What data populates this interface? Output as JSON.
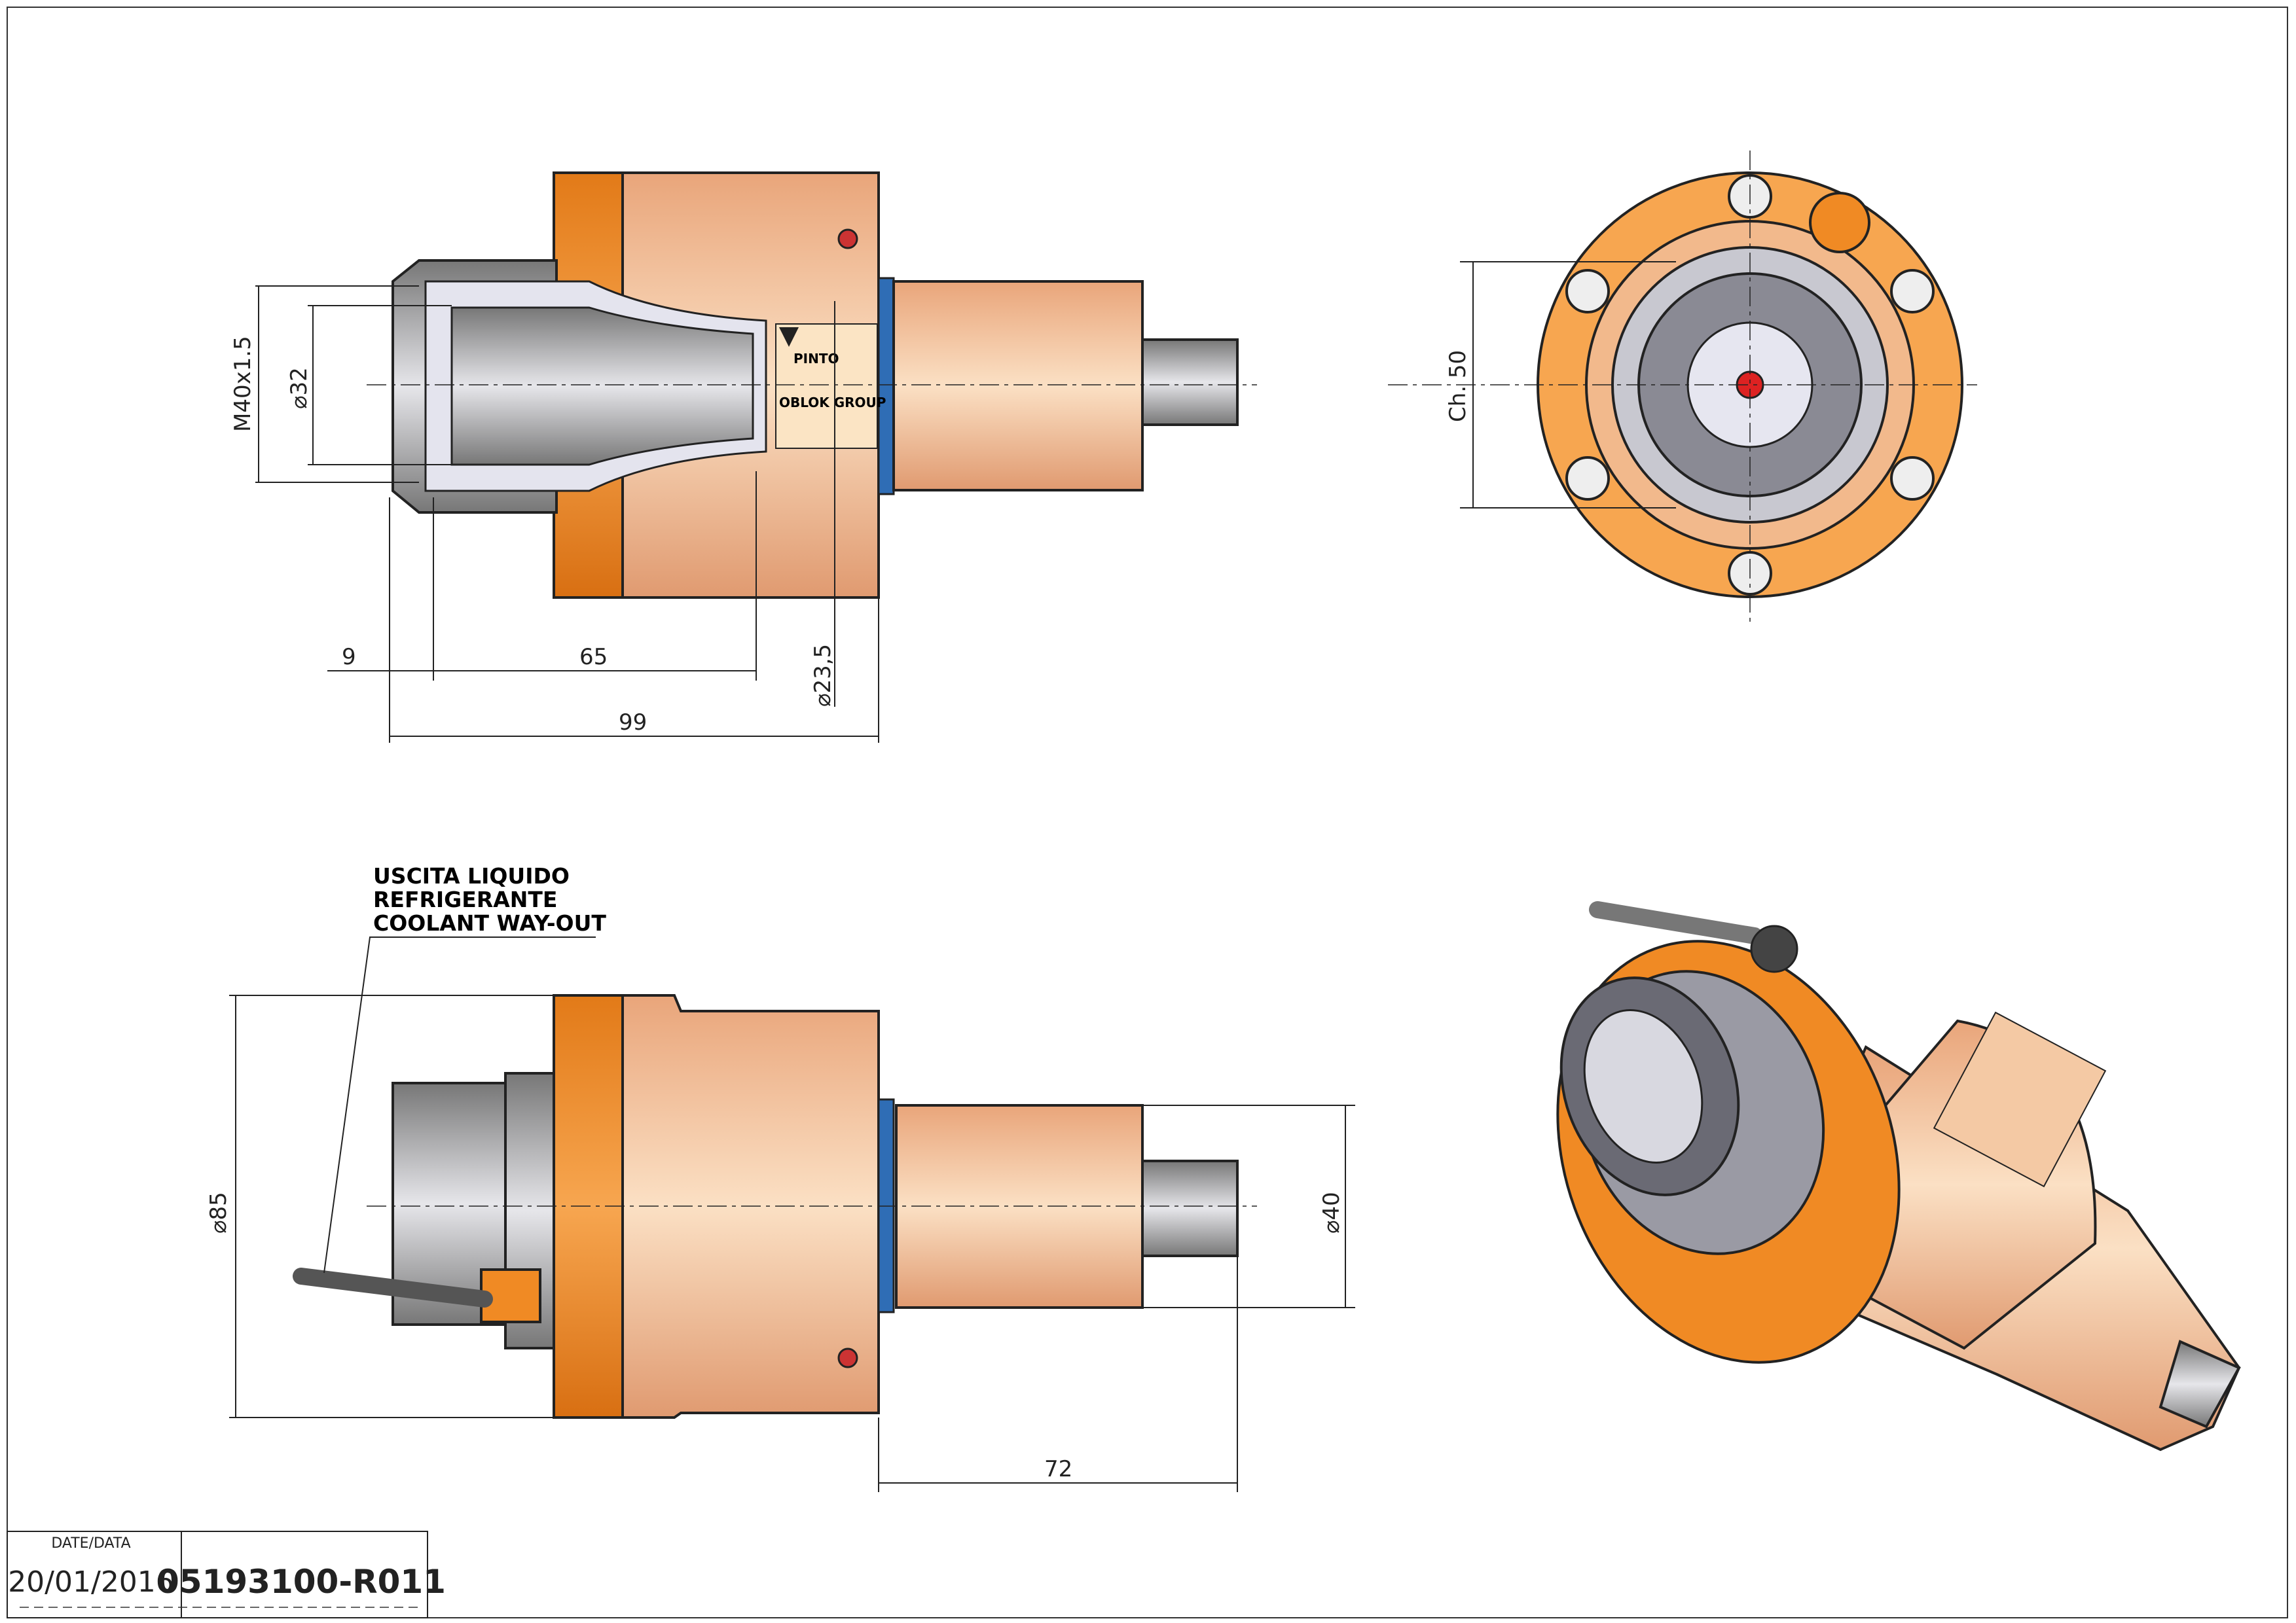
{
  "title_block": {
    "date_label": "DATE/DATA",
    "date": "20/01/2016",
    "drawing_number": "05193100-R011"
  },
  "side_view_top": {
    "dims": {
      "thread": "M40x1.5",
      "collet_dia": "⌀32",
      "d9": "9",
      "d65": "65",
      "d99": "99",
      "bore": "⌀23,5"
    },
    "nameplate": {
      "brand1": "PINTO",
      "brand2": "OBLOK GROUP"
    }
  },
  "front_view": {
    "dims": {
      "chamfer": "Ch. 50"
    }
  },
  "side_view_bottom": {
    "annotation": [
      "USCITA LIQUIDO",
      "REFRIGERANTE",
      "COOLANT WAY-OUT"
    ],
    "dims": {
      "outer": "⌀85",
      "shank": "⌀40",
      "length": "72"
    }
  },
  "colors": {
    "body": "#f2b98c",
    "flange": "#f08a24",
    "steel": "#a8a8b0",
    "oring": "#2f6db5"
  }
}
